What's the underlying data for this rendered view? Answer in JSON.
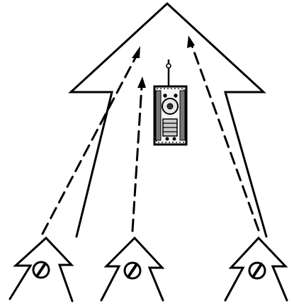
{
  "diagram": {
    "ink_color": "#000000",
    "background_color": "#ffffff",
    "large_arrow_icon": "large-up-arrow-outline",
    "unit_icon": "circle-slash-symbol",
    "center_vehicle_icon": "tank-top-view",
    "small_arrow_count": 3,
    "dashed_path_count": 3
  }
}
